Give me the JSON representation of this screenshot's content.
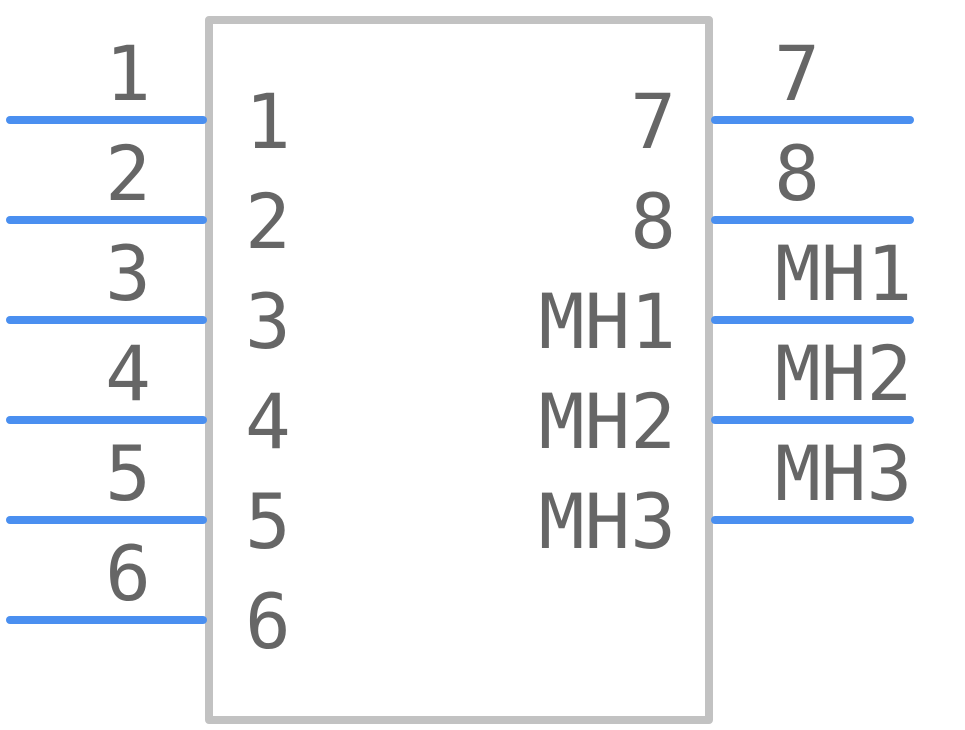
{
  "component": {
    "colors": {
      "body_outline": "#c2c2c2",
      "pin_line": "#4a8ff0",
      "text": "#666666",
      "background": "#ffffff"
    },
    "left_pins": [
      {
        "outer_label": "1",
        "inner_label": "1"
      },
      {
        "outer_label": "2",
        "inner_label": "2"
      },
      {
        "outer_label": "3",
        "inner_label": "3"
      },
      {
        "outer_label": "4",
        "inner_label": "4"
      },
      {
        "outer_label": "5",
        "inner_label": "5"
      },
      {
        "outer_label": "6",
        "inner_label": "6"
      }
    ],
    "right_pins": [
      {
        "outer_label": "7",
        "inner_label": "7"
      },
      {
        "outer_label": "8",
        "inner_label": "8"
      },
      {
        "outer_label": "MH1",
        "inner_label": "MH1"
      },
      {
        "outer_label": "MH2",
        "inner_label": "MH2"
      },
      {
        "outer_label": "MH3",
        "inner_label": "MH3"
      }
    ]
  }
}
